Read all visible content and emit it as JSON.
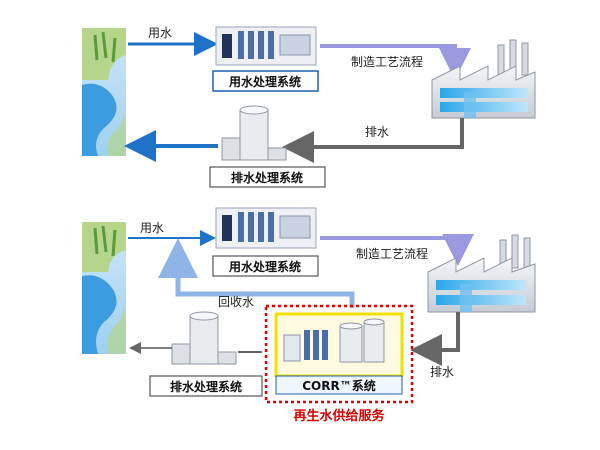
{
  "top": {
    "water_intake_label": "用水",
    "treatment_system_label": "用水处理系统",
    "process_label": "制造工艺流程",
    "discharge_label": "排水",
    "wastewater_system_label": "排水处理系统"
  },
  "bottom": {
    "water_intake_label": "用水",
    "treatment_system_label": "用水处理系统",
    "process_label": "制造工艺流程",
    "recovered_water_label": "回收水",
    "discharge_label": "排水",
    "corr_system_label": "CORR™系统",
    "wastewater_system_label": "排水处理系统",
    "service_label": "再生水供给服务"
  },
  "colors": {
    "flow_blue": "#1e73c8",
    "light_blue_arrow": "#8fb4e8",
    "gray_arrow": "#666666",
    "process_arrow": "#9a9ae0",
    "service_border": "#e00000",
    "corr_frame": "#f0e000",
    "river": "#3d9be0",
    "grass": "#b5d68a"
  }
}
